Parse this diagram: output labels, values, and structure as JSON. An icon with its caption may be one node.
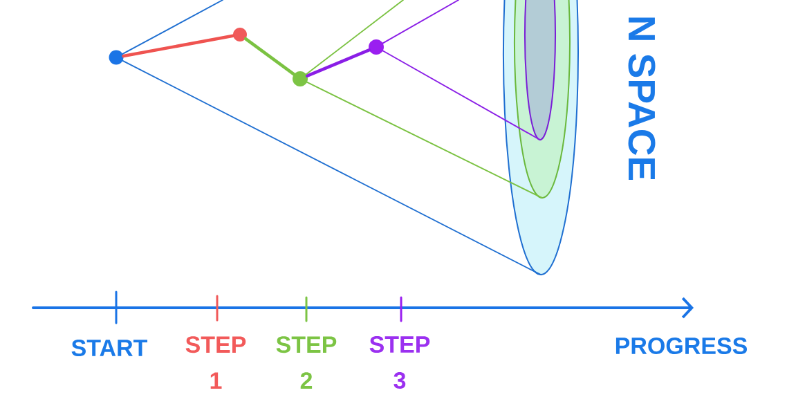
{
  "diagram": {
    "nodes": [
      {
        "text": [],
        "shape": "circle"
      },
      {
        "text": [],
        "shape": "circle"
      },
      {
        "text": [],
        "shape": "circle"
      },
      {
        "text": [],
        "shape": "circle"
      },
      {
        "text": [],
        "shape": "ellipse"
      },
      {
        "text": [],
        "shape": "ellipse",
        "in": 4
      },
      {
        "text": [],
        "shape": "ellipse",
        "in": 5
      }
    ],
    "edges": [
      {
        "from": 0,
        "to": 1,
        "arrow": "none",
        "style": "thick",
        "color": "#ef5350"
      },
      {
        "from": 1,
        "to": 2,
        "arrow": "none",
        "style": "thick",
        "color": "#7bc242"
      },
      {
        "from": 2,
        "to": 3,
        "arrow": "none",
        "style": "thick",
        "color": "#8a1ee6"
      },
      {
        "from": 0,
        "to": null,
        "arrow": "none",
        "color": "#1f6fd1"
      },
      {
        "from": 0,
        "to": 4,
        "arrow": "none",
        "color": "#1f6fd1"
      },
      {
        "from": 2,
        "to": null,
        "arrow": "none",
        "color": "#7bc242"
      },
      {
        "from": 2,
        "to": 5,
        "arrow": "none",
        "color": "#7bc242"
      },
      {
        "from": 3,
        "to": null,
        "arrow": "none",
        "color": "#8a1ee6"
      },
      {
        "from": 3,
        "to": 6,
        "arrow": "none",
        "color": "#8a1ee6"
      }
    ],
    "labels": [
      "N SPACE",
      "START",
      "STEP 1",
      "STEP 2",
      "STEP 3",
      "PROGRESS"
    ]
  }
}
